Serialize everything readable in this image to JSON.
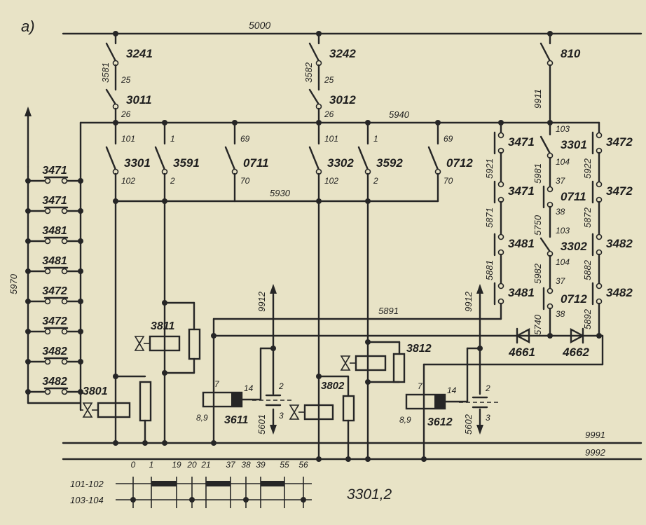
{
  "figure_label": "a)",
  "buses": {
    "top": "5000",
    "b5940": "5940",
    "b5930": "5930",
    "b9991": "9991",
    "b9992": "9992",
    "left_arrow": "5970",
    "b5891": "5891"
  },
  "column_a": {
    "sw1": "3241",
    "wire": "3581",
    "n25": "25",
    "sw2": "3011",
    "n26": "26"
  },
  "column_b": {
    "sw1": "3242",
    "wire": "3582",
    "n25": "25",
    "sw2": "3012",
    "n26": "26"
  },
  "column_c": {
    "sw1": "810",
    "wire": "9911"
  },
  "lower_switches": [
    {
      "name": "3301",
      "top": "101",
      "bottom": "102"
    },
    {
      "name": "3591",
      "top": "1",
      "bottom": "2"
    },
    {
      "name": "0711",
      "top": "69",
      "bottom": "70"
    },
    {
      "name": "3302",
      "top": "101",
      "bottom": "102"
    },
    {
      "name": "3592",
      "top": "1",
      "bottom": "2"
    },
    {
      "name": "0712",
      "top": "69",
      "bottom": "70"
    }
  ],
  "left_ladder": [
    "3471",
    "3471",
    "3481",
    "3481",
    "3472",
    "3472",
    "3482",
    "3482"
  ],
  "right_ladder_left": {
    "contacts": [
      "3471",
      "3471",
      "3481",
      "3481"
    ],
    "wires": [
      "5921",
      "5871",
      "5881"
    ]
  },
  "right_ladder_right": {
    "contacts": [
      "3472",
      "3472",
      "3482",
      "3482"
    ],
    "wires": [
      "5922",
      "5872",
      "5882",
      "5892"
    ]
  },
  "right_ladder_mid": {
    "n103a": "103",
    "sw1": "3301",
    "n104a": "104",
    "w1": "5981",
    "n37a": "37",
    "c1": "0711",
    "n38a": "38",
    "w2": "5750",
    "n103b": "103",
    "sw2": "3302",
    "n104b": "104",
    "w3": "5982",
    "n37b": "37",
    "c2": "0712",
    "n38b": "38",
    "w4": "5740"
  },
  "diodes": [
    "4661",
    "4662"
  ],
  "relays": {
    "r3801": "3801",
    "r3811": "3811",
    "r3802": "3802",
    "r3812": "3812"
  },
  "timers": [
    {
      "name": "3611",
      "p7": "7",
      "p89": "8,9",
      "p14": "14",
      "p2": "2",
      "p3": "3",
      "up": "9912",
      "down": "5601"
    },
    {
      "name": "3612",
      "p7": "7",
      "p89": "8,9",
      "p14": "14",
      "p2": "2",
      "p3": "3",
      "up": "9912",
      "down": "5602"
    }
  ],
  "switch_table": {
    "title": "3301,2",
    "positions": [
      "0",
      "1",
      "19",
      "20",
      "21",
      "37",
      "38",
      "39",
      "55",
      "56"
    ],
    "rows": [
      "101-102",
      "103-104"
    ],
    "row1_closed_ranges": [
      [
        "1",
        "19"
      ],
      [
        "21",
        "37"
      ],
      [
        "39",
        "55"
      ]
    ],
    "row2_closed_points": [
      "0",
      "20",
      "38",
      "56"
    ]
  }
}
